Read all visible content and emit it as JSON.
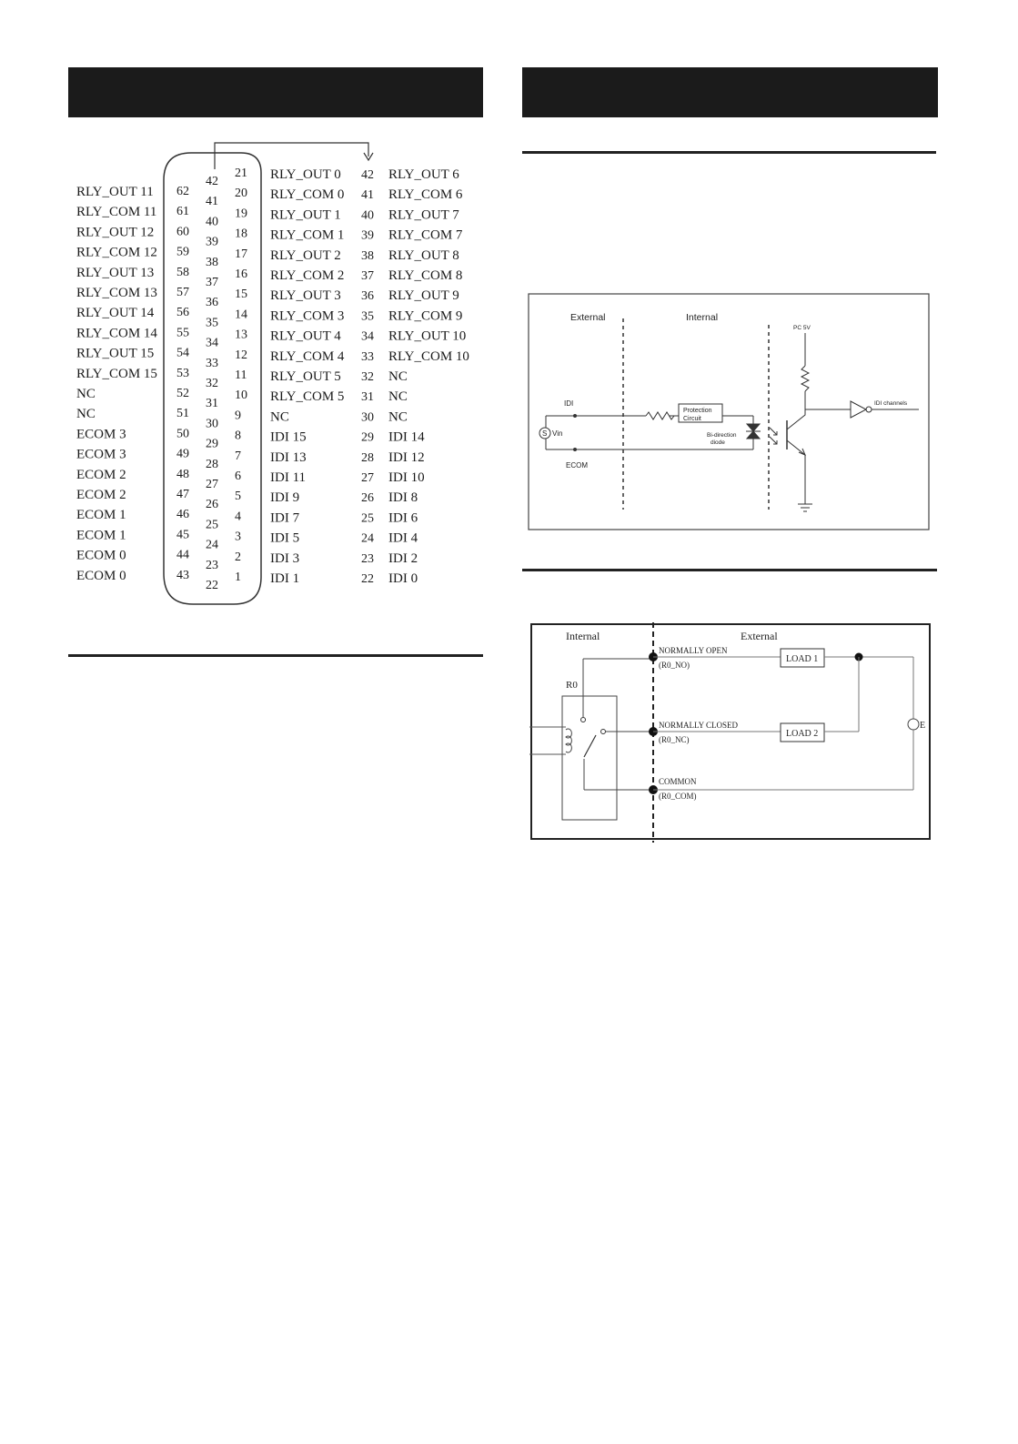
{
  "pinout": {
    "far_left": [
      {
        "label": "RLY_OUT 11",
        "pin": "62"
      },
      {
        "label": "RLY_COM 11",
        "pin": "61"
      },
      {
        "label": "RLY_OUT 12",
        "pin": "60"
      },
      {
        "label": "RLY_COM 12",
        "pin": "59"
      },
      {
        "label": "RLY_OUT 13",
        "pin": "58"
      },
      {
        "label": "RLY_COM 13",
        "pin": "57"
      },
      {
        "label": "RLY_OUT 14",
        "pin": "56"
      },
      {
        "label": "RLY_COM 14",
        "pin": "55"
      },
      {
        "label": "RLY_OUT 15",
        "pin": "54"
      },
      {
        "label": "RLY_COM 15",
        "pin": "53"
      },
      {
        "label": "NC",
        "pin": "52"
      },
      {
        "label": "NC",
        "pin": "51"
      },
      {
        "label": "ECOM 3",
        "pin": "50"
      },
      {
        "label": "ECOM 3",
        "pin": "49"
      },
      {
        "label": "ECOM 2",
        "pin": "48"
      },
      {
        "label": "ECOM 2",
        "pin": "47"
      },
      {
        "label": "ECOM 1",
        "pin": "46"
      },
      {
        "label": "ECOM 1",
        "pin": "45"
      },
      {
        "label": "ECOM 0",
        "pin": "44"
      },
      {
        "label": "ECOM 0",
        "pin": "43"
      }
    ],
    "middle_pins": [
      "42",
      "41",
      "40",
      "39",
      "38",
      "37",
      "36",
      "35",
      "34",
      "33",
      "32",
      "31",
      "30",
      "29",
      "28",
      "27",
      "26",
      "25",
      "24",
      "23",
      "22"
    ],
    "inner_right_pins": [
      "21",
      "20",
      "19",
      "18",
      "17",
      "16",
      "15",
      "14",
      "13",
      "12",
      "11",
      "10",
      "9",
      "8",
      "7",
      "6",
      "5",
      "4",
      "3",
      "2",
      "1"
    ],
    "col1_labels": [
      "RLY_OUT 0",
      "RLY_COM 0",
      "RLY_OUT 1",
      "RLY_COM 1",
      "RLY_OUT 2",
      "RLY_COM 2",
      "RLY_OUT 3",
      "RLY_COM 3",
      "RLY_OUT 4",
      "RLY_COM 4",
      "RLY_OUT 5",
      "RLY_COM 5",
      "NC",
      "IDI 15",
      "IDI 13",
      "IDI 11",
      "IDI 9",
      "IDI 7",
      "IDI 5",
      "IDI 3",
      "IDI 1"
    ],
    "col2_pins": [
      "42",
      "41",
      "40",
      "39",
      "38",
      "37",
      "36",
      "35",
      "34",
      "33",
      "32",
      "31",
      "30",
      "29",
      "28",
      "27",
      "26",
      "25",
      "24",
      "23",
      "22"
    ],
    "col2_labels": [
      "RLY_OUT 6",
      "RLY_COM 6",
      "RLY_OUT 7",
      "RLY_COM 7",
      "RLY_OUT 8",
      "RLY_COM 8",
      "RLY_OUT 9",
      "RLY_COM 9",
      "RLY_OUT 10",
      "RLY_COM 10",
      "NC",
      "NC",
      "NC",
      "IDI 14",
      "IDI 12",
      "IDI 10",
      "IDI 8",
      "IDI 6",
      "IDI 4",
      "IDI 2",
      "IDI 0"
    ]
  },
  "input_diagram": {
    "external": "External",
    "internal": "Internal",
    "pc5v": "PC 5V",
    "idi": "IDI",
    "vin": "Vin",
    "vin_symbol": "S",
    "ecom": "ECOM",
    "protection_line1": "Protection",
    "protection_line2": "Circuit",
    "bidir_line1": "Bi-direction",
    "bidir_line2": "diode",
    "idi_channels": "IDI channels"
  },
  "relay_diagram": {
    "internal": "Internal",
    "external": "External",
    "r0": "R0",
    "normally_open": "NORMALLY OPEN",
    "r0_no": "(R0_NO)",
    "normally_closed": "NORMALLY CLOSED",
    "r0_nc": "(R0_NC)",
    "common": "COMMON",
    "r0_com": "(R0_COM)",
    "load1": "LOAD 1",
    "load2": "LOAD 2",
    "e": "E"
  }
}
